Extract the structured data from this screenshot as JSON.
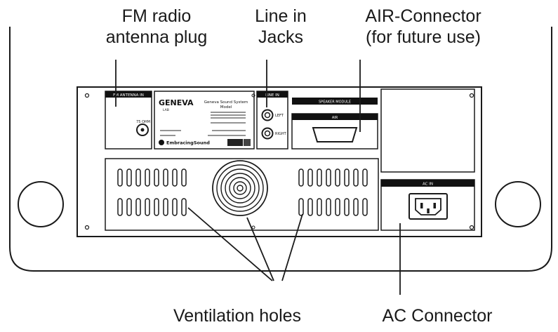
{
  "callouts": {
    "fm_line1": "FM radio",
    "fm_line2": "antenna plug",
    "line_in_line1": "Line in",
    "line_in_line2": "Jacks",
    "air_line1": "AIR-Connector",
    "air_line2": "(for future use)",
    "ventilation": "Ventilation holes",
    "ac": "AC Connector"
  },
  "panel": {
    "fm_header": "FM ANTENNA IN",
    "fm_jack": "75 OHM",
    "brand": "GENEVA",
    "brand_sub": "LAB",
    "model_title_1": "Geneva Sound System",
    "model_title_2": "Model",
    "embracing": "EmbracingSound",
    "line_in_header": "LINE IN",
    "left_label": "LEFT",
    "right_label": "RIGHT",
    "air_header_top": "SPEAKER MODULE",
    "air_header": "AIR",
    "ac_header": "AC IN"
  },
  "colors": {
    "line": "#1a1a1a",
    "panel_fill": "#ffffff",
    "header_fill": "#111111"
  },
  "icons": {
    "fm_jack": "coax-jack-icon",
    "rca_left": "rca-jack-icon",
    "rca_right": "rca-jack-icon",
    "air_port": "d-sub-connector-icon",
    "ac_socket": "iec-power-socket-icon",
    "speaker_port": "bass-port-icon"
  }
}
